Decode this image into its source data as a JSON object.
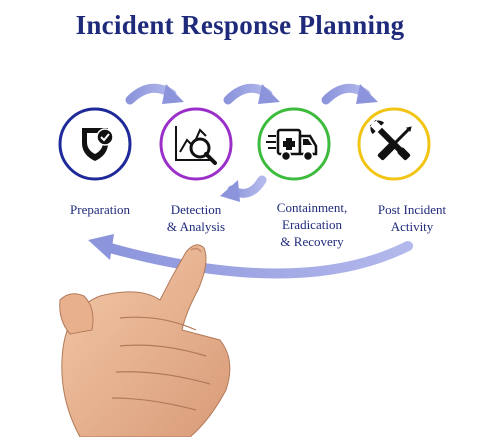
{
  "title": "Incident Response Planning",
  "steps": [
    {
      "lines": [
        "Preparation"
      ],
      "icon": "shield-check-icon",
      "ring_color": "#1f2a9a"
    },
    {
      "lines": [
        "Detection",
        "& Analysis"
      ],
      "icon": "chart-magnifier-icon",
      "ring_color": "#9b2fc9"
    },
    {
      "lines": [
        "Containment,",
        "Eradication",
        "& Recovery"
      ],
      "icon": "ambulance-icon",
      "ring_color": "#3dbb3d"
    },
    {
      "lines": [
        "Post Incident",
        "Activity"
      ],
      "icon": "wrench-screwdriver-icon",
      "ring_color": "#f2c413"
    }
  ],
  "colors": {
    "title": "#1f2a7a",
    "label": "#1f2a7a",
    "arrow": "#9aa3e0",
    "icon": "#111111"
  }
}
